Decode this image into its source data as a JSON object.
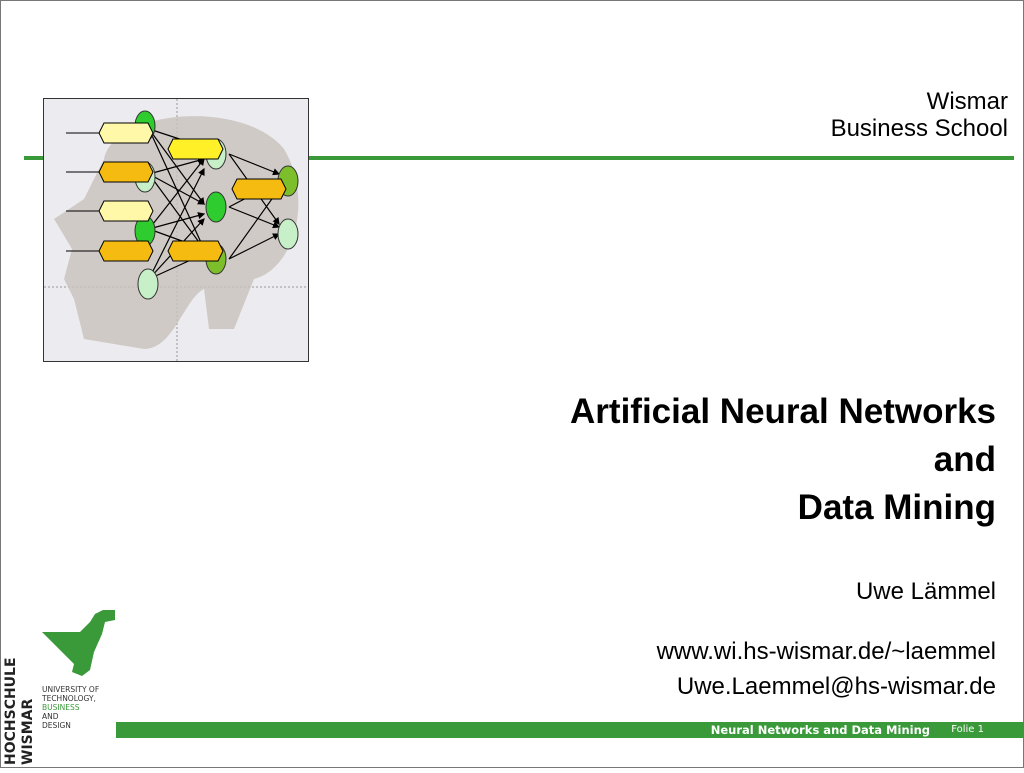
{
  "header": {
    "line1": "Wismar",
    "line2": "Business School"
  },
  "title": {
    "line1": "Artificial Neural Networks",
    "line2": "and",
    "line3": "Data Mining"
  },
  "author": "Uwe Lämmel",
  "url": "www.wi.hs-wismar.de/~laemmel",
  "email": "Uwe.Laemmel@hs-wismar.de",
  "footer": {
    "title": "Neural Networks and Data Mining",
    "slide": "Folie 1"
  },
  "logo": {
    "line1": "HOCHSCHULE",
    "line2": "WISMAR",
    "sub": [
      "UNIVERSITY OF",
      "TECHNOLOGY,",
      "BUSINESS",
      "AND",
      "DESIGN"
    ]
  },
  "colors": {
    "accent": "#3a9a3a"
  }
}
